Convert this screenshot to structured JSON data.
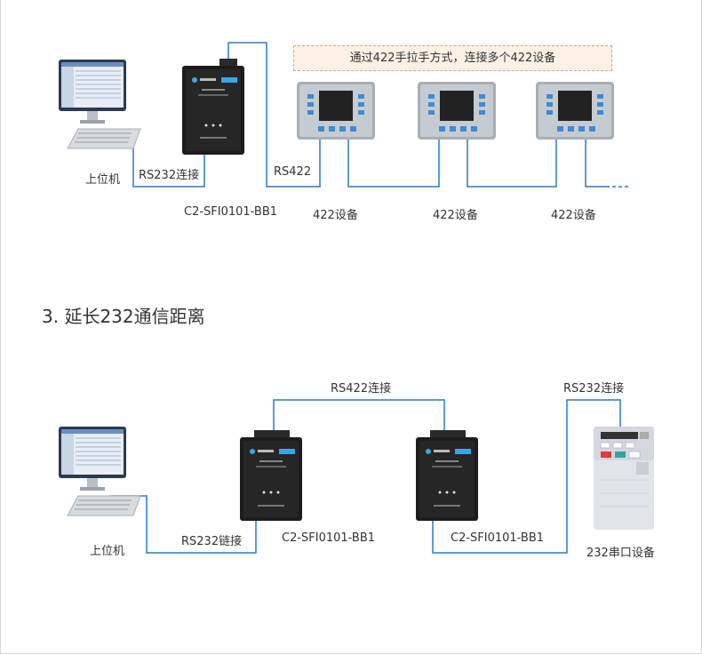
{
  "section1": {
    "note": "通过422手拉手方式，连接多个422设备",
    "pc_label": "上位机",
    "conn_label": "RS232连接",
    "rs422_label": "RS422",
    "converter_label": "C2-SFI0101-BB1",
    "device_labels": [
      "422设备",
      "422设备",
      "422设备"
    ]
  },
  "section2": {
    "title": "3. 延长232通信距离",
    "pc_label": "上位机",
    "conn_label": "RS232链接",
    "converter1_label": "C2-SFI0101-BB1",
    "converter2_label": "C2-SFI0101-BB1",
    "rs422_conn_label": "RS422连接",
    "rs232_conn_label": "RS232连接",
    "device_label": "232串口设备"
  },
  "colors": {
    "line": "#2a7bc4",
    "device_body": "#1c1c1c",
    "screen_blue": "#3aa6e6"
  }
}
